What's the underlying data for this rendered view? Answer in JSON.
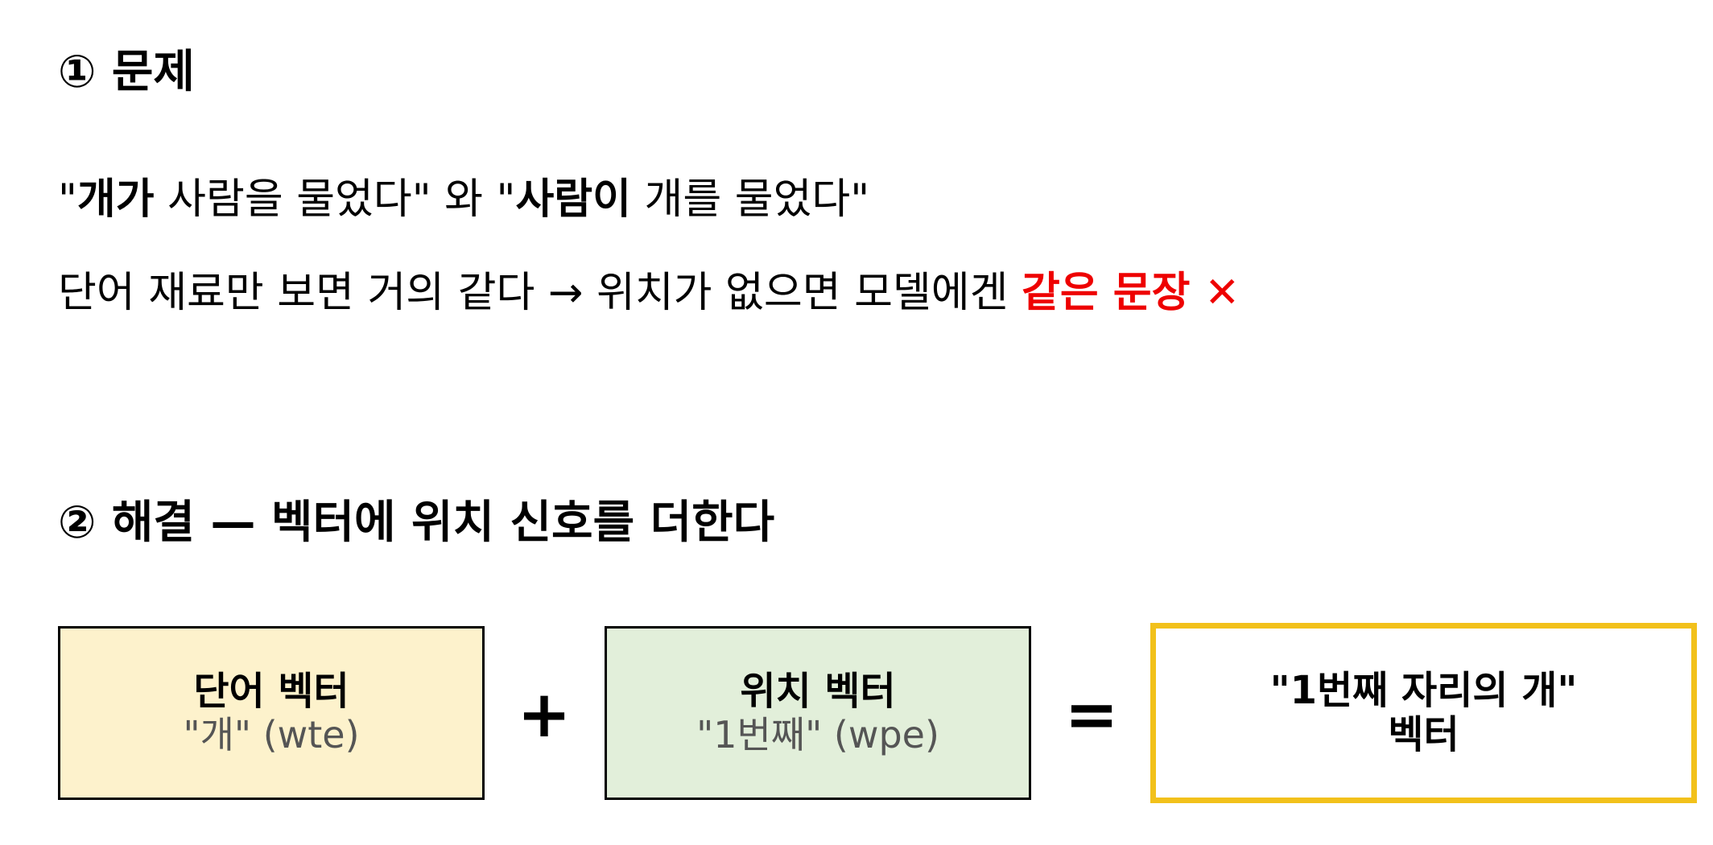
{
  "problem": {
    "heading": "① 문제",
    "example": {
      "q1": "\"",
      "bold1": "개가",
      "rest1": " 사람을 물었다\" 와 \"",
      "bold2": "사람이",
      "rest2": " 개를 물었다\""
    },
    "explanation": {
      "text": "단어 재료만 보면 거의 같다 → 위치가 없으면 모델에겐 ",
      "highlight": "같은 문장 ✕"
    }
  },
  "solution": {
    "heading": "② 해결 — 벡터에 위치 신호를 더한다",
    "word_box": {
      "title": "단어 벡터",
      "sub": "\"개\" (wte)"
    },
    "plus": "+",
    "pos_box": {
      "title": "위치 벡터",
      "sub": "\"1번째\" (wpe)"
    },
    "equals": "=",
    "result_box": {
      "line1": "\"1번째 자리의 개\"",
      "line2": "벡터"
    }
  },
  "colors": {
    "word_box_fill": "#fdf2cc",
    "pos_box_fill": "#e2efda",
    "result_box_border": "#f2c11b",
    "highlight": "#ee0000"
  }
}
